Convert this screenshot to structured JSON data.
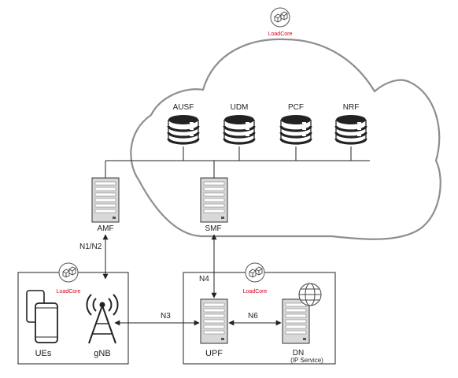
{
  "brand": {
    "name": "LoadCore",
    "color": "#d0021b"
  },
  "colors": {
    "cloud_stroke": "#8e8e8e",
    "box_stroke": "#222222",
    "line": "#222222",
    "server_fill": "#d8d8d8"
  },
  "cloud": {
    "functions": [
      {
        "id": "ausf",
        "label": "AUSF",
        "icon": "database-icon"
      },
      {
        "id": "udm",
        "label": "UDM",
        "icon": "database-icon"
      },
      {
        "id": "pcf",
        "label": "PCF",
        "icon": "database-icon"
      },
      {
        "id": "nrf",
        "label": "NRF",
        "icon": "database-icon"
      }
    ]
  },
  "core_nodes": {
    "amf": "AMF",
    "smf": "SMF"
  },
  "ran": {
    "ues": "UEs",
    "gnb": "gNB"
  },
  "user_plane": {
    "upf": "UPF",
    "dn": "DN",
    "dn_sub": "(IP Service)"
  },
  "interfaces": {
    "n1n2": "N1/N2",
    "n4": "N4",
    "n3": "N3",
    "n6": "N6"
  }
}
